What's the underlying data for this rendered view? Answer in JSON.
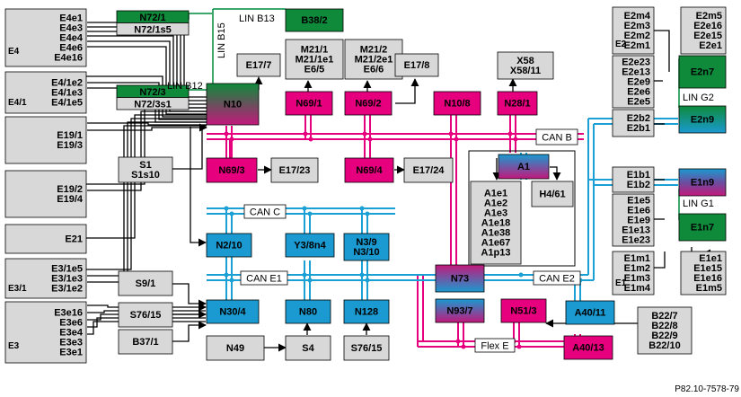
{
  "reference": "P82.10-7578-79",
  "buses": {
    "can_b": "CAN B",
    "can_c": "CAN C",
    "can_e1": "CAN E1",
    "can_e2": "CAN E2",
    "flex_e": "Flex E",
    "lin_b15": "LIN B15",
    "lin_b13": "LIN B13",
    "lin_b12": "LIN B12",
    "lin_g2": "LIN G2",
    "lin_g1": "LIN G1"
  },
  "groups": {
    "e4": {
      "tag": "E4",
      "lines": [
        "E4e1",
        "E4e3",
        "E4e4",
        "E4e6",
        "E4e16"
      ]
    },
    "e4_1": {
      "tag": "E4/1",
      "lines": [
        "E4/1e2",
        "E4/1e3",
        "E4/1e5"
      ]
    },
    "e19_1": {
      "lines": [
        "E19/1",
        "E19/3"
      ]
    },
    "e19_2": {
      "lines": [
        "E19/2",
        "E19/4"
      ]
    },
    "e21": {
      "lines": [
        "E21"
      ]
    },
    "e3_1": {
      "tag": "E3/1",
      "lines": [
        "E3/1e5",
        "E3/1e3",
        "E3/1e2"
      ]
    },
    "e3": {
      "tag": "E3",
      "lines": [
        "E3e16",
        "E3e6",
        "E3e4",
        "E3e3",
        "E3e1"
      ]
    },
    "e2a": {
      "tag": "E2",
      "lines": [
        "E2m4",
        "E2m3",
        "E2m2",
        "E2m1"
      ]
    },
    "e2b": {
      "lines": [
        "E2m5",
        "E2e16",
        "E2e15",
        "E2e1"
      ]
    },
    "e2c": {
      "lines": [
        "E2e23",
        "E2e13",
        "E2e9",
        "E2e6",
        "E2e5"
      ]
    },
    "e2d": {
      "lines": [
        "E2b2",
        "E2b1"
      ]
    },
    "e1a": {
      "lines": [
        "E1b1",
        "E1b2"
      ]
    },
    "e1b": {
      "lines": [
        "E1e5",
        "E1e6",
        "E1e9",
        "E1e13",
        "E1e23"
      ]
    },
    "e1c": {
      "tag": "E1",
      "lines": [
        "E1m1",
        "E1m2",
        "E1m3",
        "E1m4"
      ]
    },
    "e1d": {
      "lines": [
        "E1e1",
        "E1e15",
        "E1e16",
        "E1m5"
      ]
    }
  },
  "units": {
    "n72_1": [
      "N72/1",
      "N72/1s5"
    ],
    "b38_2": [
      "B38/2"
    ],
    "e17_7": [
      "E17/7"
    ],
    "m21_1": [
      "M21/1",
      "M21/1e1",
      "E6/5"
    ],
    "m21_2": [
      "M21/2",
      "M21/2e1",
      "E6/6"
    ],
    "e17_8": [
      "E17/8"
    ],
    "x58": [
      "X58",
      "X58/11"
    ],
    "n72_3": [
      "N72/3",
      "N72/3s1"
    ],
    "n10": [
      "N10"
    ],
    "n69_1": [
      "N69/1"
    ],
    "n69_2": [
      "N69/2"
    ],
    "n10_8": [
      "N10/8"
    ],
    "n28_1": [
      "N28/1"
    ],
    "s1": [
      "S1",
      "S1s10"
    ],
    "n69_3": [
      "N69/3"
    ],
    "e17_23": [
      "E17/23"
    ],
    "n69_4": [
      "N69/4"
    ],
    "e17_24": [
      "E17/24"
    ],
    "a1": [
      "A1"
    ],
    "a1_list": [
      "A1e1",
      "A1e2",
      "A1e3",
      "A1e18",
      "A1e38",
      "A1e67",
      "A1p13"
    ],
    "h4_61": [
      "H4/61"
    ],
    "n2_10": [
      "N2/10"
    ],
    "y3_8n4": [
      "Y3/8n4"
    ],
    "n3_9": [
      "N3/9",
      "N3/10"
    ],
    "e2n7": [
      "E2n7"
    ],
    "e2n9": [
      "E2n9"
    ],
    "e1n9": [
      "E1n9"
    ],
    "e1n7": [
      "E1n7"
    ],
    "s9_1": [
      "S9/1"
    ],
    "s76_15a": [
      "S76/15"
    ],
    "b37_1": [
      "B37/1"
    ],
    "n30_4": [
      "N30/4"
    ],
    "n80": [
      "N80"
    ],
    "n128": [
      "N128"
    ],
    "n73": [
      "N73"
    ],
    "n93_7": [
      "N93/7"
    ],
    "n51_3": [
      "N51/3"
    ],
    "a40_11": [
      "A40/11"
    ],
    "b22": [
      "B22/7",
      "B22/8",
      "B22/9",
      "B22/10"
    ],
    "a40_13": [
      "A40/13"
    ],
    "n49": [
      "N49"
    ],
    "s4": [
      "S4"
    ],
    "s76_15b": [
      "S76/15"
    ]
  },
  "colors": {
    "can_b": "#e6007e",
    "can_c": "#1aa0d4",
    "can_e": "#1aa0d4",
    "lin": "#008a3c",
    "gray_box": "#d8d8d8",
    "pink_box": "#e6007e",
    "blue_box": "#1a9ad0",
    "green_box": "#0e8a3a"
  }
}
